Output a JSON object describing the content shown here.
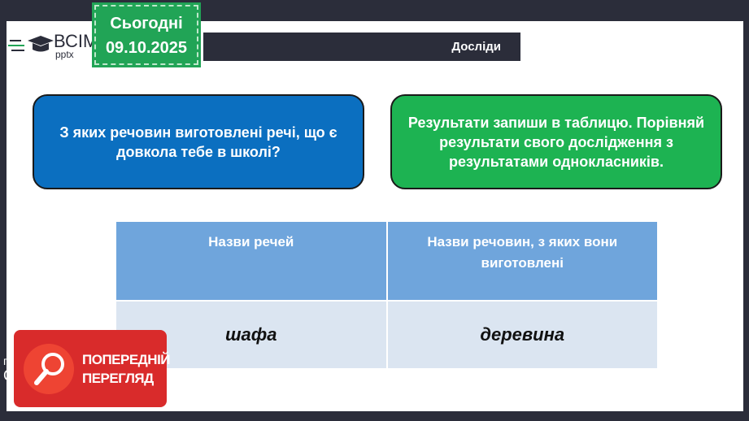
{
  "logo": {
    "text": "ВСІМ",
    "sub": "pptx"
  },
  "date_badge": {
    "label": "Сьогодні",
    "date": "09.10.2025"
  },
  "header": {
    "title": "Досліди"
  },
  "question_box": {
    "text": "З яких речовин виготовлені речі, що є довкола тебе в школі?"
  },
  "task_box": {
    "text": "Результати запиши в таблицю. Порівняй результати свого дослідження з результатами однокласників."
  },
  "table": {
    "headers": [
      "Назви речей",
      "Назви речовин, з яких вони виготовлені"
    ],
    "rows": [
      [
        "шафа",
        "деревина"
      ]
    ]
  },
  "preview_badge": {
    "line1": "ПОПЕРЕДНІЙ",
    "line2": "ПЕРЕГЛЯД"
  },
  "side_text": {
    "a": "п",
    "b": "С"
  },
  "colors": {
    "frame": "#2b2d3a",
    "blue": "#0b6fc0",
    "green": "#1db352",
    "table_header": "#6fa5dc",
    "table_row": "#dbe5f1",
    "preview": "#d92b2b"
  }
}
